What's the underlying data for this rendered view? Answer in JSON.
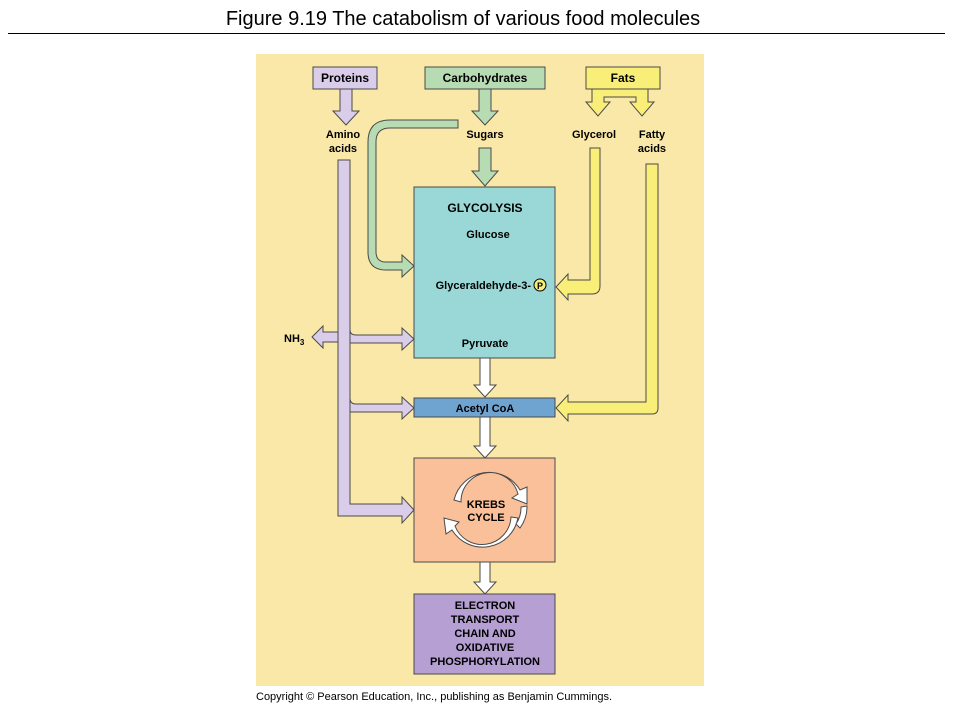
{
  "title": "Figure 9.19  The catabolism of various food molecules",
  "copyright": "Copyright © Pearson Education, Inc., publishing as Benjamin Cummings.",
  "colors": {
    "panel": "#fae8a8",
    "protein": "#d9cdea",
    "carbohydrate": "#b7dcb4",
    "fat": "#f9ef78",
    "glycolysis": "#99d8d6",
    "acetyl": "#6fa4d1",
    "krebs": "#f9c09a",
    "etc": "#b59fd3"
  },
  "sources": {
    "proteins": "Proteins",
    "carbohydrates": "Carbohydrates",
    "fats": "Fats"
  },
  "intermediates": {
    "amino_line1": "Amino",
    "amino_line2": "acids",
    "sugars": "Sugars",
    "glycerol": "Glycerol",
    "fatty_line1": "Fatty",
    "fatty_line2": "acids",
    "nh3": "NH",
    "nh3_sub": "3"
  },
  "glycolysis": {
    "title": "GLYCOLYSIS",
    "glucose": "Glucose",
    "g3p": "Glyceraldehyde-3-",
    "phosphate": "P",
    "pyruvate": "Pyruvate"
  },
  "acetyl_coa": "Acetyl CoA",
  "krebs": {
    "line1": "KREBS",
    "line2": "CYCLE"
  },
  "etc": {
    "lines": [
      "ELECTRON",
      "TRANSPORT",
      "CHAIN AND",
      "OXIDATIVE",
      "PHOSPHORYLATION"
    ]
  }
}
